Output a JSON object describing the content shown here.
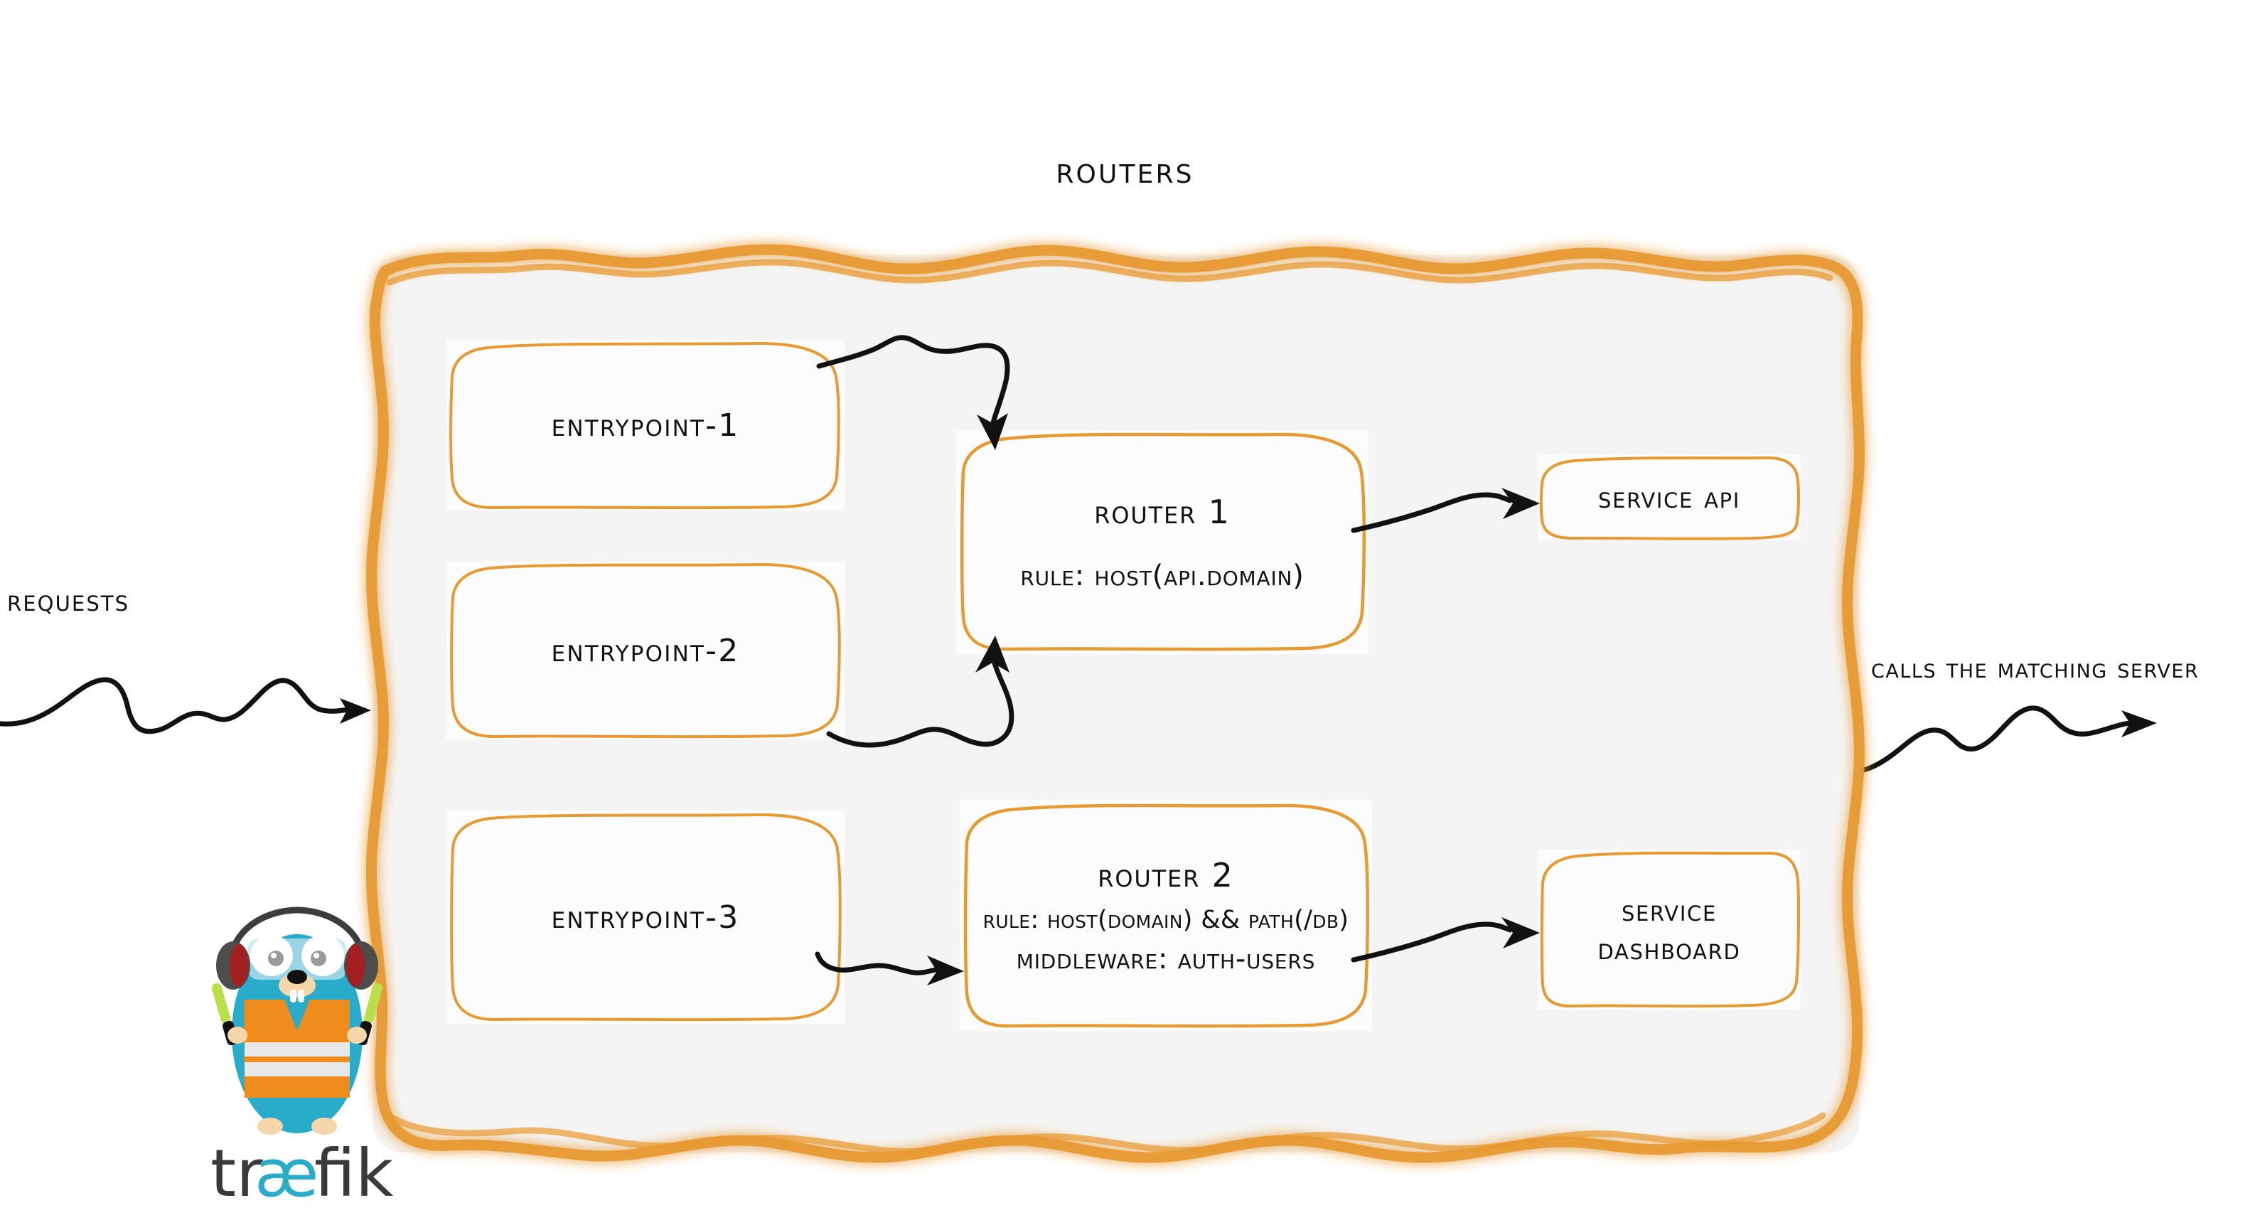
{
  "diagram": {
    "title": "Routers",
    "orientation": "left-to-right",
    "panel_label": "Routers"
  },
  "theme": {
    "orange": "#E89A30",
    "orange_dark": "#E08A22",
    "panel_fill": "#F4F4F4",
    "node_fill": "#FCFCFC",
    "ink": "#111111",
    "gopher_blue": "#29ABCA",
    "vest_orange": "#F08C1E",
    "vest_stripe": "#E8E8E8",
    "wand_green": "#B9E04A",
    "headphone_gray": "#4D4D4D",
    "headphone_red": "#A31F20",
    "wordmark_dark": "#3A3A3A",
    "wordmark_cyan": "#29ABCA",
    "skin": "#F5D6A8"
  },
  "entrypoints": [
    {
      "id": "entrypoint-1",
      "label": "entrypoint-1"
    },
    {
      "id": "entrypoint-2",
      "label": "entrypoint-2"
    },
    {
      "id": "entrypoint-3",
      "label": "entrypoint-3"
    }
  ],
  "routers": [
    {
      "id": "router-1",
      "name": "Router 1",
      "rule": "rule: Host(api.domain)",
      "middleware": null
    },
    {
      "id": "router-2",
      "name": "Router 2",
      "rule": "rule: Host(domain) && Path(/db)",
      "middleware": "Middleware: auth-users"
    }
  ],
  "services": [
    {
      "id": "service-api",
      "label": "Service API",
      "lines": [
        "Service API"
      ]
    },
    {
      "id": "service-dashboard",
      "label": "Service Dashboard",
      "lines": [
        "Service",
        "Dashboard"
      ]
    }
  ],
  "flow_labels": {
    "incoming": "Requests",
    "outgoing": "Calls the matching server"
  },
  "edges": [
    {
      "id": "edge-ep1-router1",
      "from": "entrypoint-1",
      "to": "router-1",
      "style": "squiggle-arrow"
    },
    {
      "id": "edge-ep2-router1",
      "from": "entrypoint-2",
      "to": "router-1",
      "style": "squiggle-arrow"
    },
    {
      "id": "edge-ep3-router2",
      "from": "entrypoint-3",
      "to": "router-2",
      "style": "squiggle-arrow"
    },
    {
      "id": "edge-router1-serviceapi",
      "from": "router-1",
      "to": "service-api",
      "style": "squiggle-arrow"
    },
    {
      "id": "edge-router2-servicedashboard",
      "from": "router-2",
      "to": "service-dashboard",
      "style": "squiggle-arrow"
    },
    {
      "id": "edge-requests-in",
      "from": "Requests",
      "to": "routers-panel",
      "style": "squiggle-arrow"
    },
    {
      "id": "edge-calls-out",
      "from": "routers-panel",
      "to": "matching server",
      "style": "squiggle-arrow"
    }
  ],
  "brand": {
    "name": "træfik",
    "wordmark_parts": [
      "tr",
      "æ",
      "fik"
    ]
  }
}
